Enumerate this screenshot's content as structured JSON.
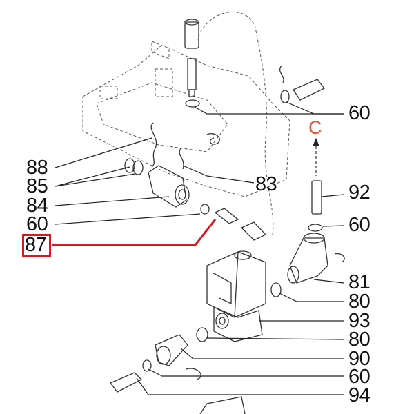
{
  "diagram": {
    "type": "exploded parts diagram",
    "highlighted_part": "87",
    "highlight_color": "#d71920",
    "reference_letter": "C",
    "reference_color": "#e8563a",
    "labels": [
      "60",
      "C",
      "88",
      "85",
      "83",
      "92",
      "84",
      "60",
      "60",
      "87",
      "81",
      "80",
      "93",
      "80",
      "90",
      "60",
      "94"
    ]
  }
}
